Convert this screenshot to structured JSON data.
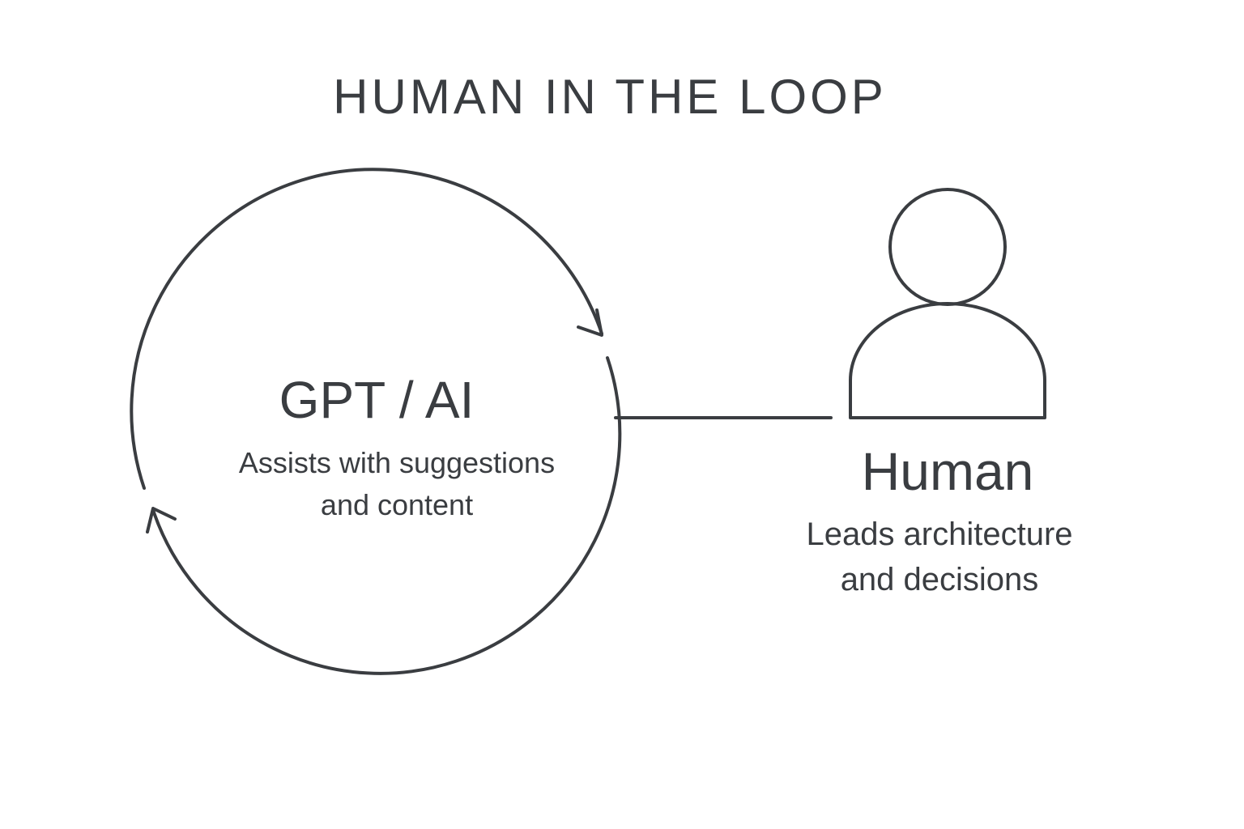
{
  "title": "HUMAN IN THE LOOP",
  "ai": {
    "label": "GPT / AI",
    "description_line1": "Assists with suggestions",
    "description_line2": "and content"
  },
  "human": {
    "label": "Human",
    "description_line1": "Leads architecture",
    "description_line2": "and decisions"
  },
  "colors": {
    "stroke": "#3a3d41",
    "text": "#3a3d41",
    "background": "#ffffff"
  }
}
